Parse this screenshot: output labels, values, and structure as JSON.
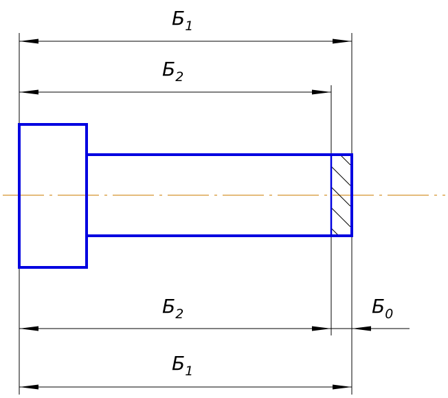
{
  "colors": {
    "part_outline": "#0000e0",
    "dimension_lines": "#000000",
    "center_line": "#d4922a",
    "hatch": "#000000",
    "background": "#ffffff"
  },
  "dimensions": {
    "top_overall": {
      "letter": "Б",
      "sub": "1"
    },
    "top_inner": {
      "letter": "Б",
      "sub": "2"
    },
    "bottom_inner": {
      "letter": "Б",
      "sub": "2"
    },
    "bottom_allowance": {
      "letter": "Б",
      "sub": "0"
    },
    "bottom_overall": {
      "letter": "Б",
      "sub": "1"
    }
  }
}
